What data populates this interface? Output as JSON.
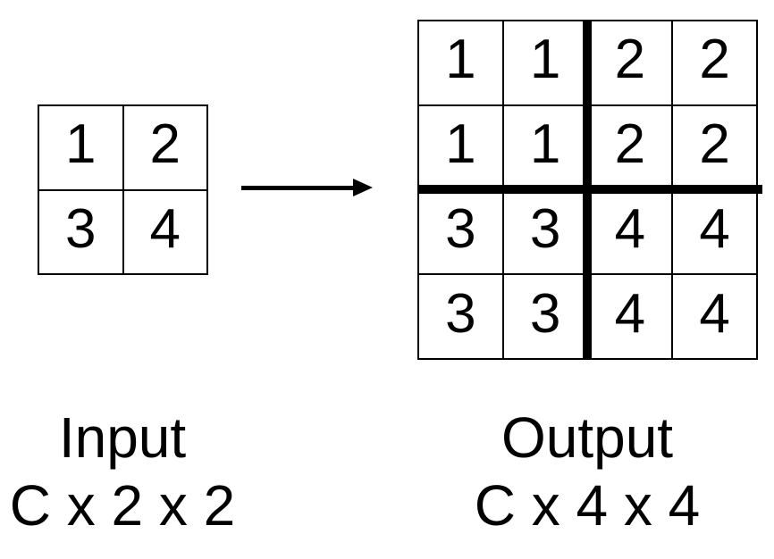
{
  "colors": {
    "background": "#ffffff",
    "line": "#000000",
    "thick_divider": "#000000",
    "text": "#000000"
  },
  "diagram": {
    "input_grid": {
      "rows": 2,
      "cols": 2,
      "cells": [
        "1",
        "2",
        "3",
        "4"
      ],
      "label": "Input",
      "dims": "C x 2 x 2"
    },
    "arrow": {
      "icon": "arrow-right",
      "direction": "right"
    },
    "output_grid": {
      "rows": 4,
      "cols": 4,
      "cells": [
        "1",
        "1",
        "2",
        "2",
        "1",
        "1",
        "2",
        "2",
        "3",
        "3",
        "4",
        "4",
        "3",
        "3",
        "4",
        "4"
      ],
      "label": "Output",
      "dims": "C x 4 x 4"
    }
  }
}
